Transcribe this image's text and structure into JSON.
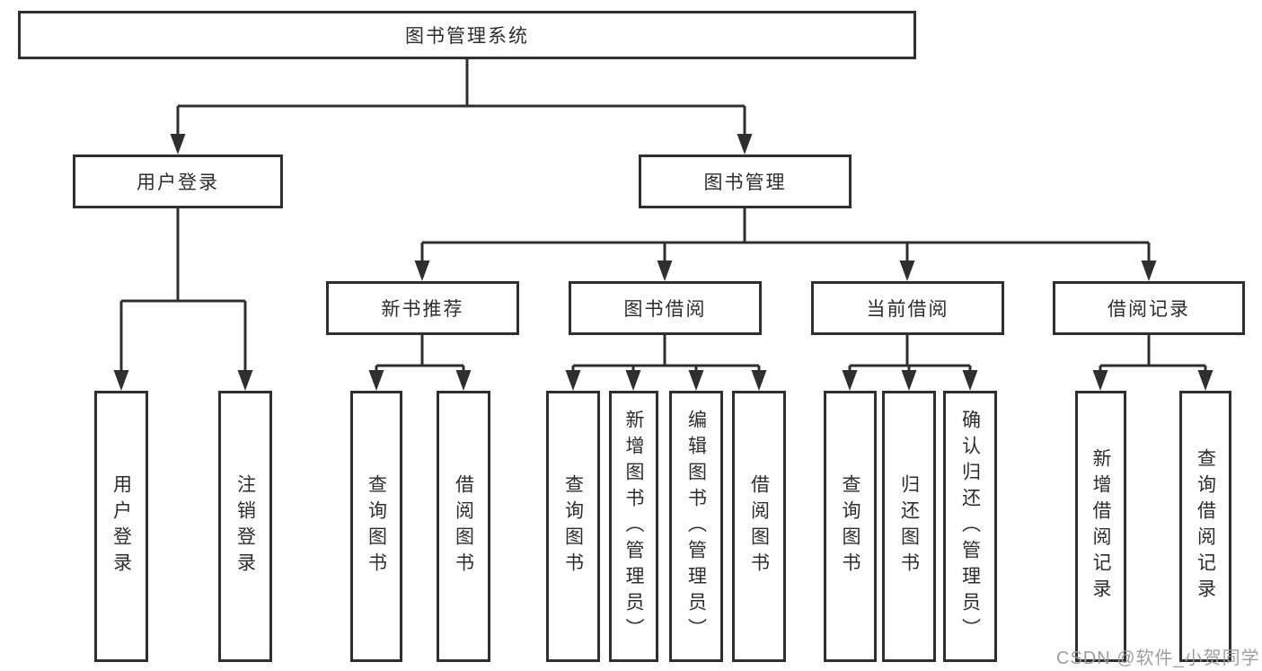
{
  "tree": {
    "root": "图书管理系统",
    "user_branch": {
      "label": "用户登录",
      "children": [
        "用户登录",
        "注销登录"
      ]
    },
    "book_branch": {
      "label": "图书管理",
      "groups": [
        {
          "label": "新书推荐",
          "children": [
            "查询图书",
            "借阅图书"
          ]
        },
        {
          "label": "图书借阅",
          "children": [
            "查询图书",
            "新增图书（管理员）",
            "编辑图书（管理员）",
            "借阅图书"
          ]
        },
        {
          "label": "当前借阅",
          "children": [
            "查询图书",
            "归还图书",
            "确认归还（管理员）"
          ]
        },
        {
          "label": "借阅记录",
          "children": [
            "新增借阅记录",
            "查询借阅记录"
          ]
        }
      ]
    }
  },
  "colors": {
    "line": "#2f2f2f",
    "text": "#2d2d2d",
    "watermark": "#999999",
    "background": "#ffffff"
  },
  "watermark": {
    "text": "CSDN @软件_小贺同学"
  }
}
